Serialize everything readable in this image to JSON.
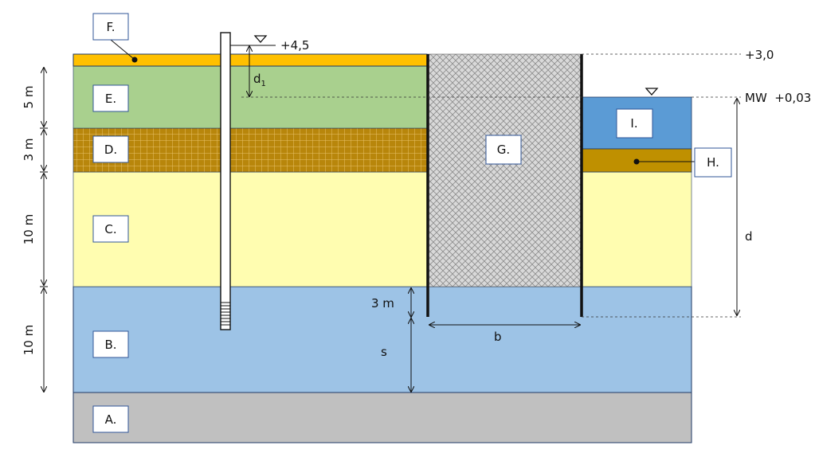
{
  "colors": {
    "layer_A": "#c0c0c0",
    "layer_B": "#9dc3e6",
    "layer_C": "#fffdb0",
    "layer_D": "#b8860b",
    "layer_E": "#a9d08e",
    "layer_F": "#ffc000",
    "water_I": "#5b9bd5",
    "layer_H": "#bf9000",
    "wall_G": "#d9d9d9",
    "outline": "#1f3864"
  },
  "labels": {
    "A": "A.",
    "B": "B.",
    "C": "C.",
    "D": "D.",
    "E": "E.",
    "F": "F.",
    "G": "G.",
    "H": "H.",
    "I": "I."
  },
  "levels": {
    "top_pipe": "+4,5",
    "surface": "+3,0",
    "mean_water": "MW  +0,03"
  },
  "thickness": {
    "E": "5 m",
    "D": "3 m",
    "C": "10 m",
    "B": "10 m"
  },
  "dimensions": {
    "d1_main": "d",
    "d1_sub": "1",
    "d": "d",
    "b": "b",
    "s": "s",
    "embed": "3 m"
  },
  "icons": {
    "water_level": "water-level-triangle-icon",
    "filter": "well-screen-icon"
  }
}
